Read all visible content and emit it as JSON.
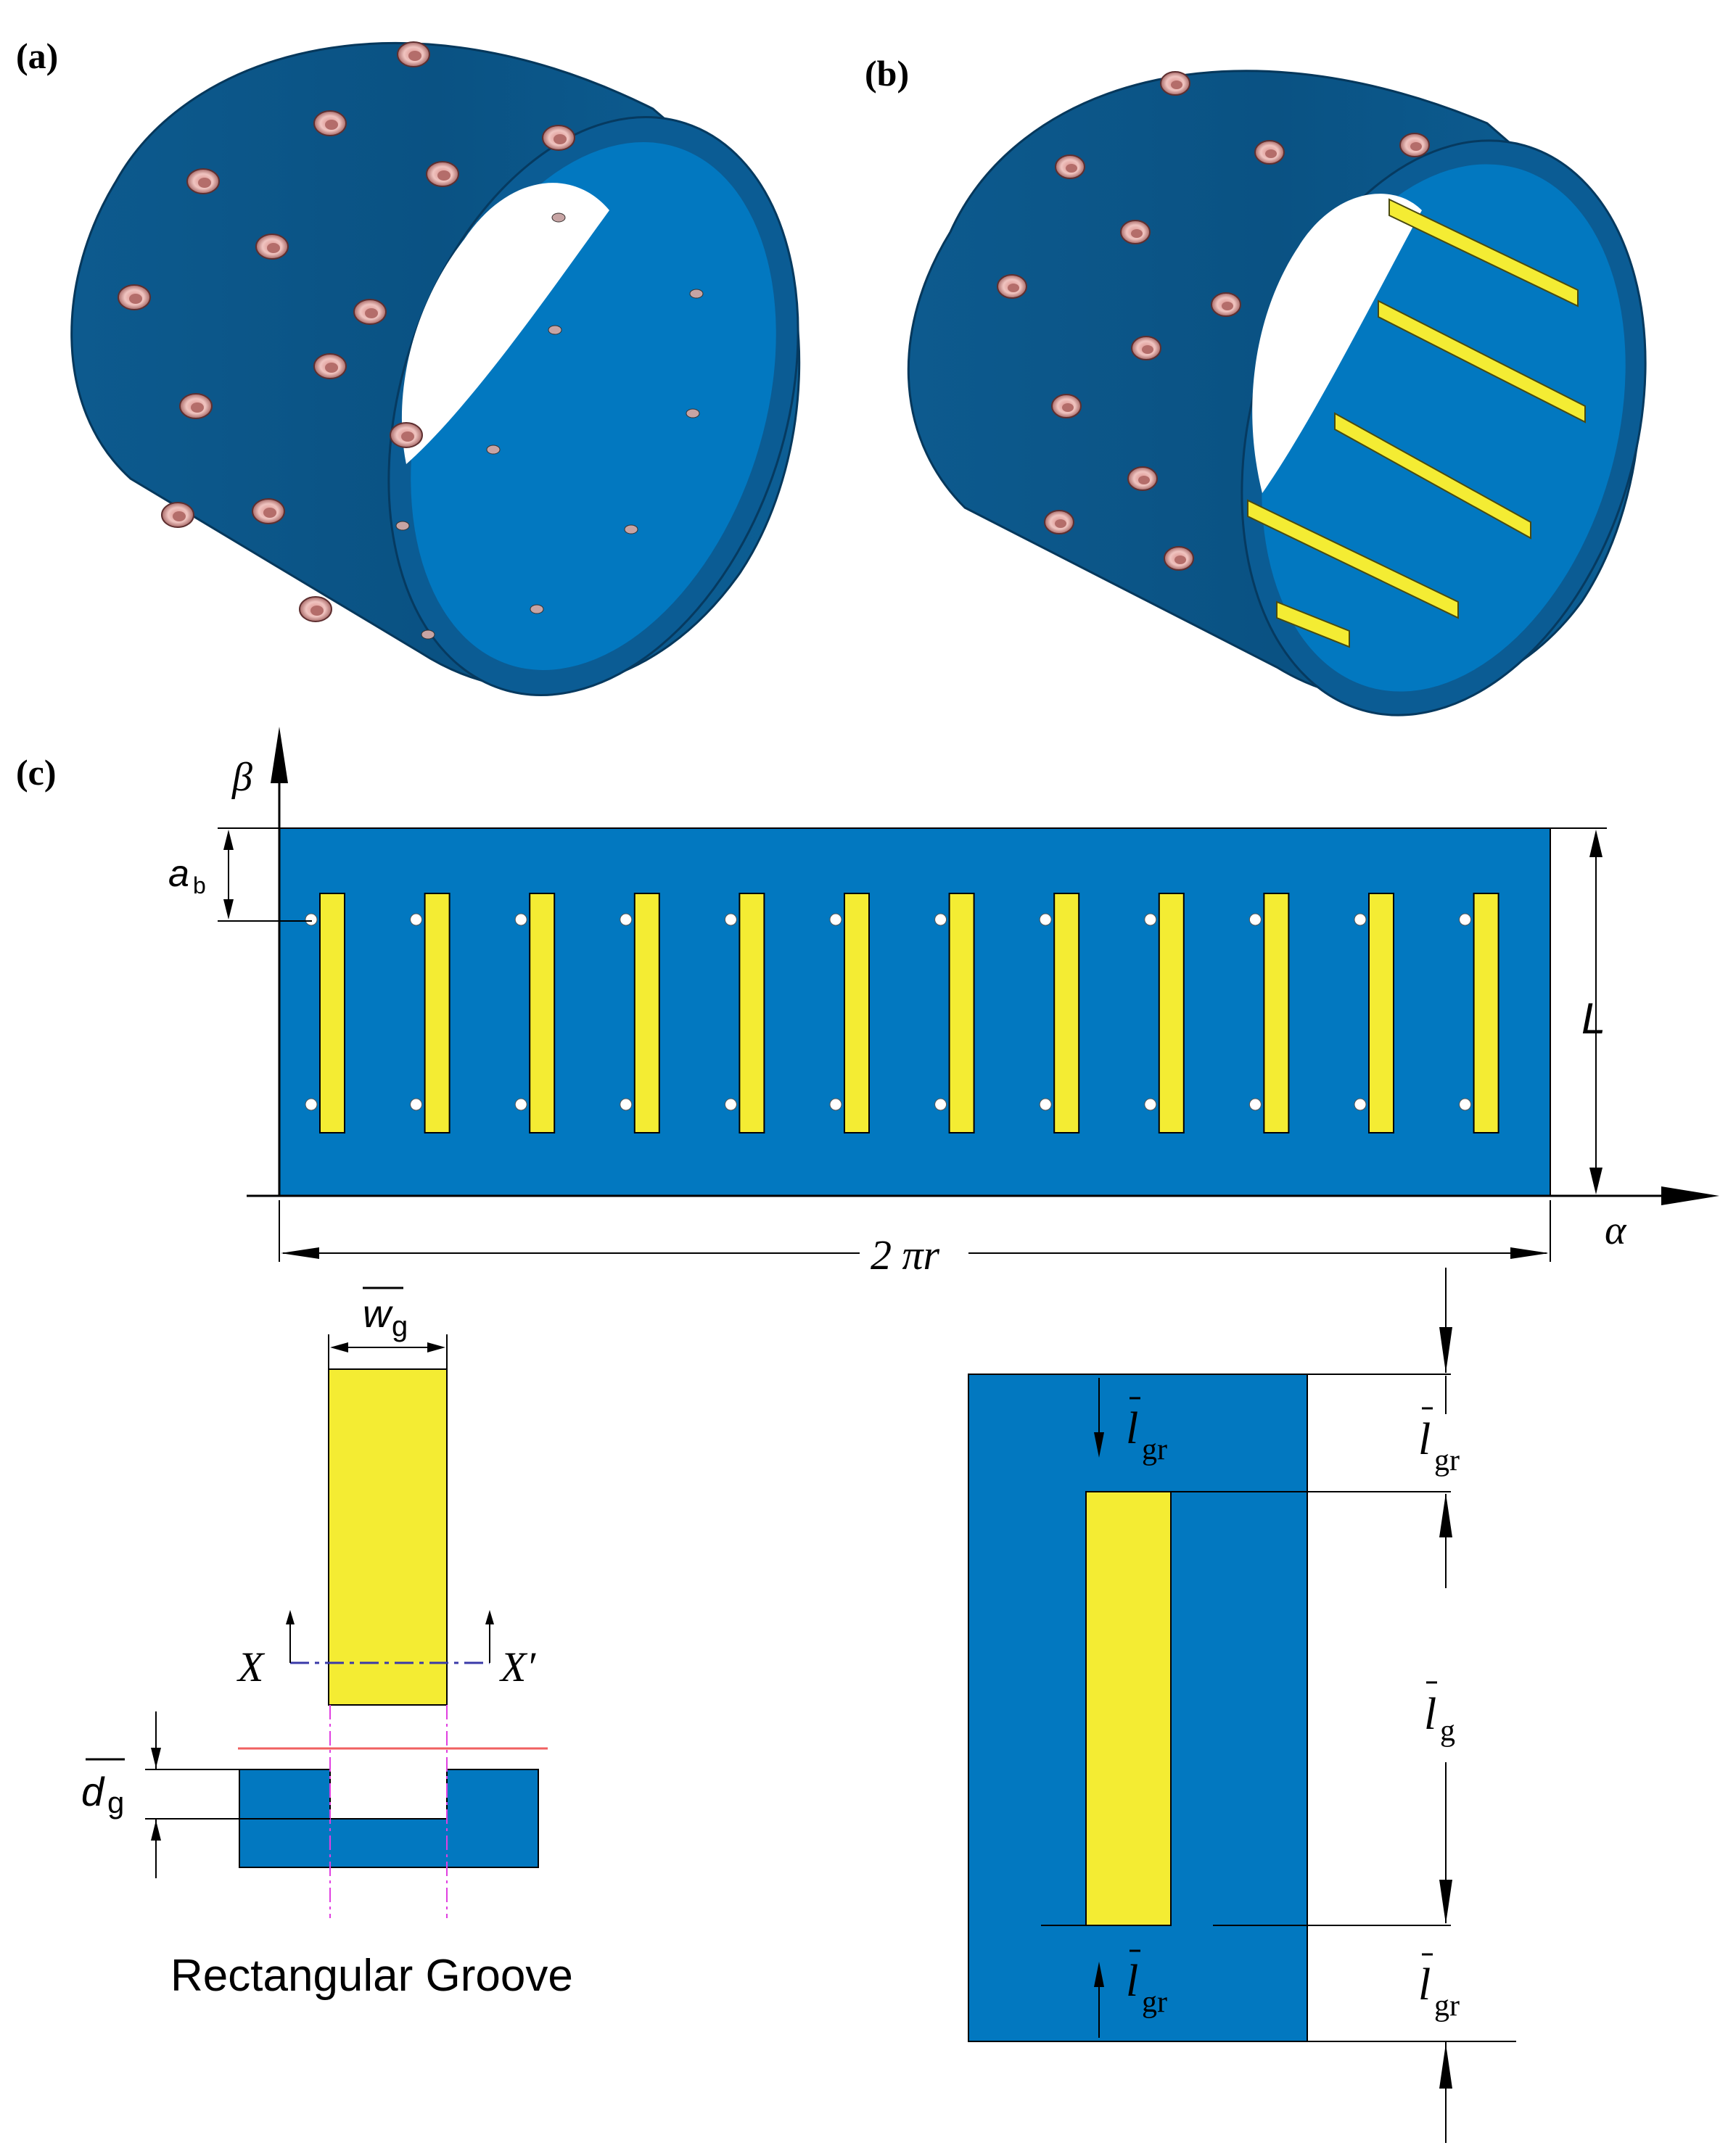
{
  "panel_labels": {
    "a": "(a)",
    "b": "(b)",
    "c": "(c)"
  },
  "unwrapped": {
    "axis_beta": "β",
    "axis_alpha": "α",
    "dim_ab_main": "a",
    "dim_ab_sub": "b",
    "dim_L": "L",
    "dim_circumference": "2 πr",
    "groove_count": 12
  },
  "groove_detail": {
    "width_main": "w",
    "width_sub": "g",
    "depth_main": "d",
    "depth_sub": "g",
    "section_left": "X",
    "section_right": "X′",
    "caption": "Rectangular Groove"
  },
  "length_detail": {
    "lgr_main": "l",
    "lgr_sub": "gr",
    "lg_main": "l",
    "lg_sub": "g"
  },
  "colors": {
    "bearing_blue": "#0278c0",
    "bearing_dark": "#0a4f80",
    "groove_yellow": "#f4ec33",
    "hole_pink": "#e8b4b0",
    "section_magenta": "#e040e0",
    "section_blue": "#3a3aa8",
    "reference_red": "#f06060"
  }
}
